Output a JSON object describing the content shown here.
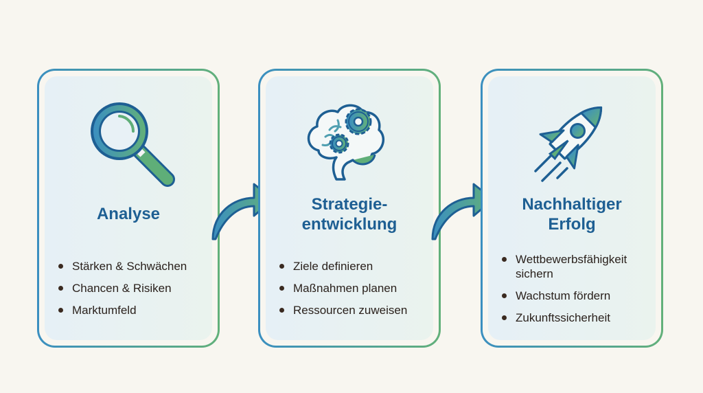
{
  "colors": {
    "blue": "#1e5f93",
    "green": "#62b07a",
    "text": "#2a211c",
    "background": "#f8f6f0"
  },
  "steps": [
    {
      "title_lines": [
        "Analyse"
      ],
      "icon": "magnifier-icon",
      "items": [
        "Stärken & Schwächen",
        "Chancen & Risiken",
        "Marktumfeld"
      ]
    },
    {
      "title_lines": [
        "Strategie-",
        "entwicklung"
      ],
      "icon": "brain-gears-icon",
      "items": [
        "Ziele definieren",
        "Maßnahmen planen",
        "Ressourcen zuweisen"
      ]
    },
    {
      "title_lines": [
        "Nachhaltiger",
        "Erfolg"
      ],
      "icon": "rocket-icon",
      "items": [
        "Wettbewerbsfähigkeit sichern",
        "Wachstum fördern",
        "Zukunftssicherheit"
      ]
    }
  ],
  "connectors": [
    {
      "icon": "curved-arrow-icon"
    },
    {
      "icon": "curved-arrow-icon"
    }
  ]
}
